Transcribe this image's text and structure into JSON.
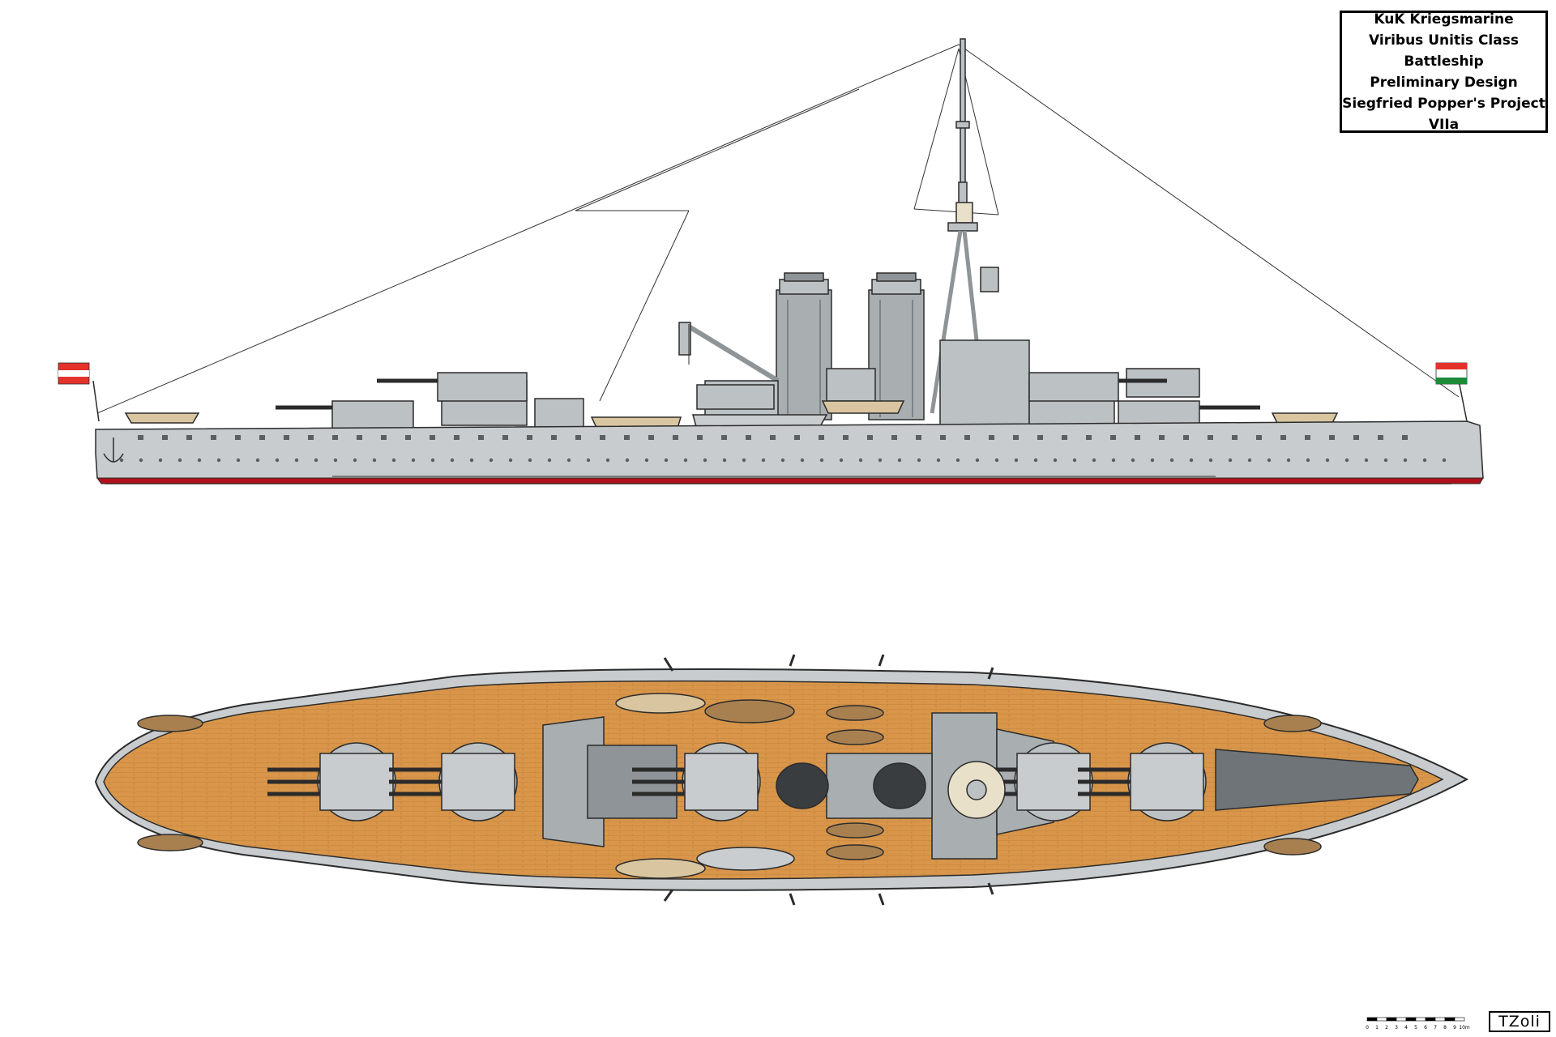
{
  "title_block": {
    "line1": "KuK Kriegsmarine",
    "line2": "Viribus Unitis Class",
    "line3": "Battleship",
    "line4": "Preliminary Design",
    "line5": "Siegfried Popper's Project VIIa"
  },
  "scale_bar": {
    "labels": [
      "0",
      "1",
      "2",
      "3",
      "4",
      "5",
      "6",
      "7",
      "8",
      "9",
      "10m"
    ]
  },
  "signature": {
    "text": "TZoli"
  },
  "colors": {
    "hull": "#c8ccce",
    "hull_dark": "#a9aeb1",
    "boot_topping": "#b0101a",
    "deck_wood": "#d9964a",
    "deck_plank": "#b87a38",
    "turret": "#bcc1c3",
    "funnel": "#a9aeb1",
    "boat": "#d9c6a0",
    "outline": "#2b2b2b",
    "flag_red": "#e4322b",
    "flag_green": "#1e8a3a"
  },
  "icons": [
    "austrian-ensign-icon",
    "hungarian-ensign-icon",
    "anchor-icon"
  ]
}
